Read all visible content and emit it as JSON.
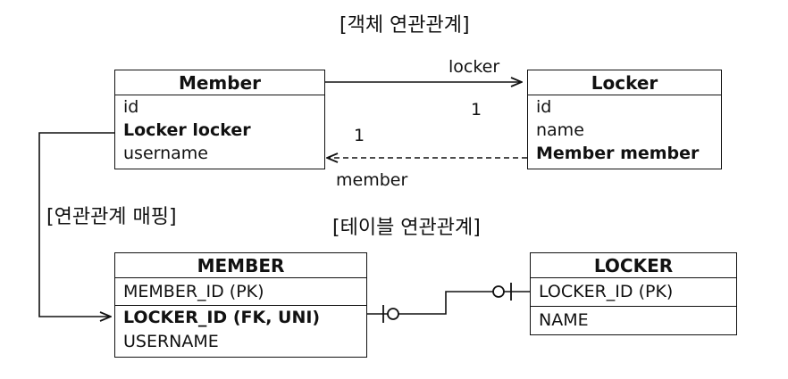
{
  "titles": {
    "object": "[객체 연관관계]",
    "mapping": "[연관관계 매핑]",
    "table": "[테이블 연관관계]"
  },
  "member_entity": {
    "name": "Member",
    "fields": [
      "id",
      "Locker locker",
      "username"
    ]
  },
  "locker_entity": {
    "name": "Locker",
    "fields": [
      "id",
      "name",
      "Member member"
    ]
  },
  "member_table": {
    "name": "MEMBER",
    "pk": "MEMBER_ID (PK)",
    "fk": "LOCKER_ID (FK, UNI)",
    "col": "USERNAME"
  },
  "locker_table": {
    "name": "LOCKER",
    "pk": "LOCKER_ID (PK)",
    "col": "NAME"
  },
  "relations": {
    "locker_label": "locker",
    "locker_multiplicity": "1",
    "member_label": "member",
    "member_multiplicity": "1"
  }
}
